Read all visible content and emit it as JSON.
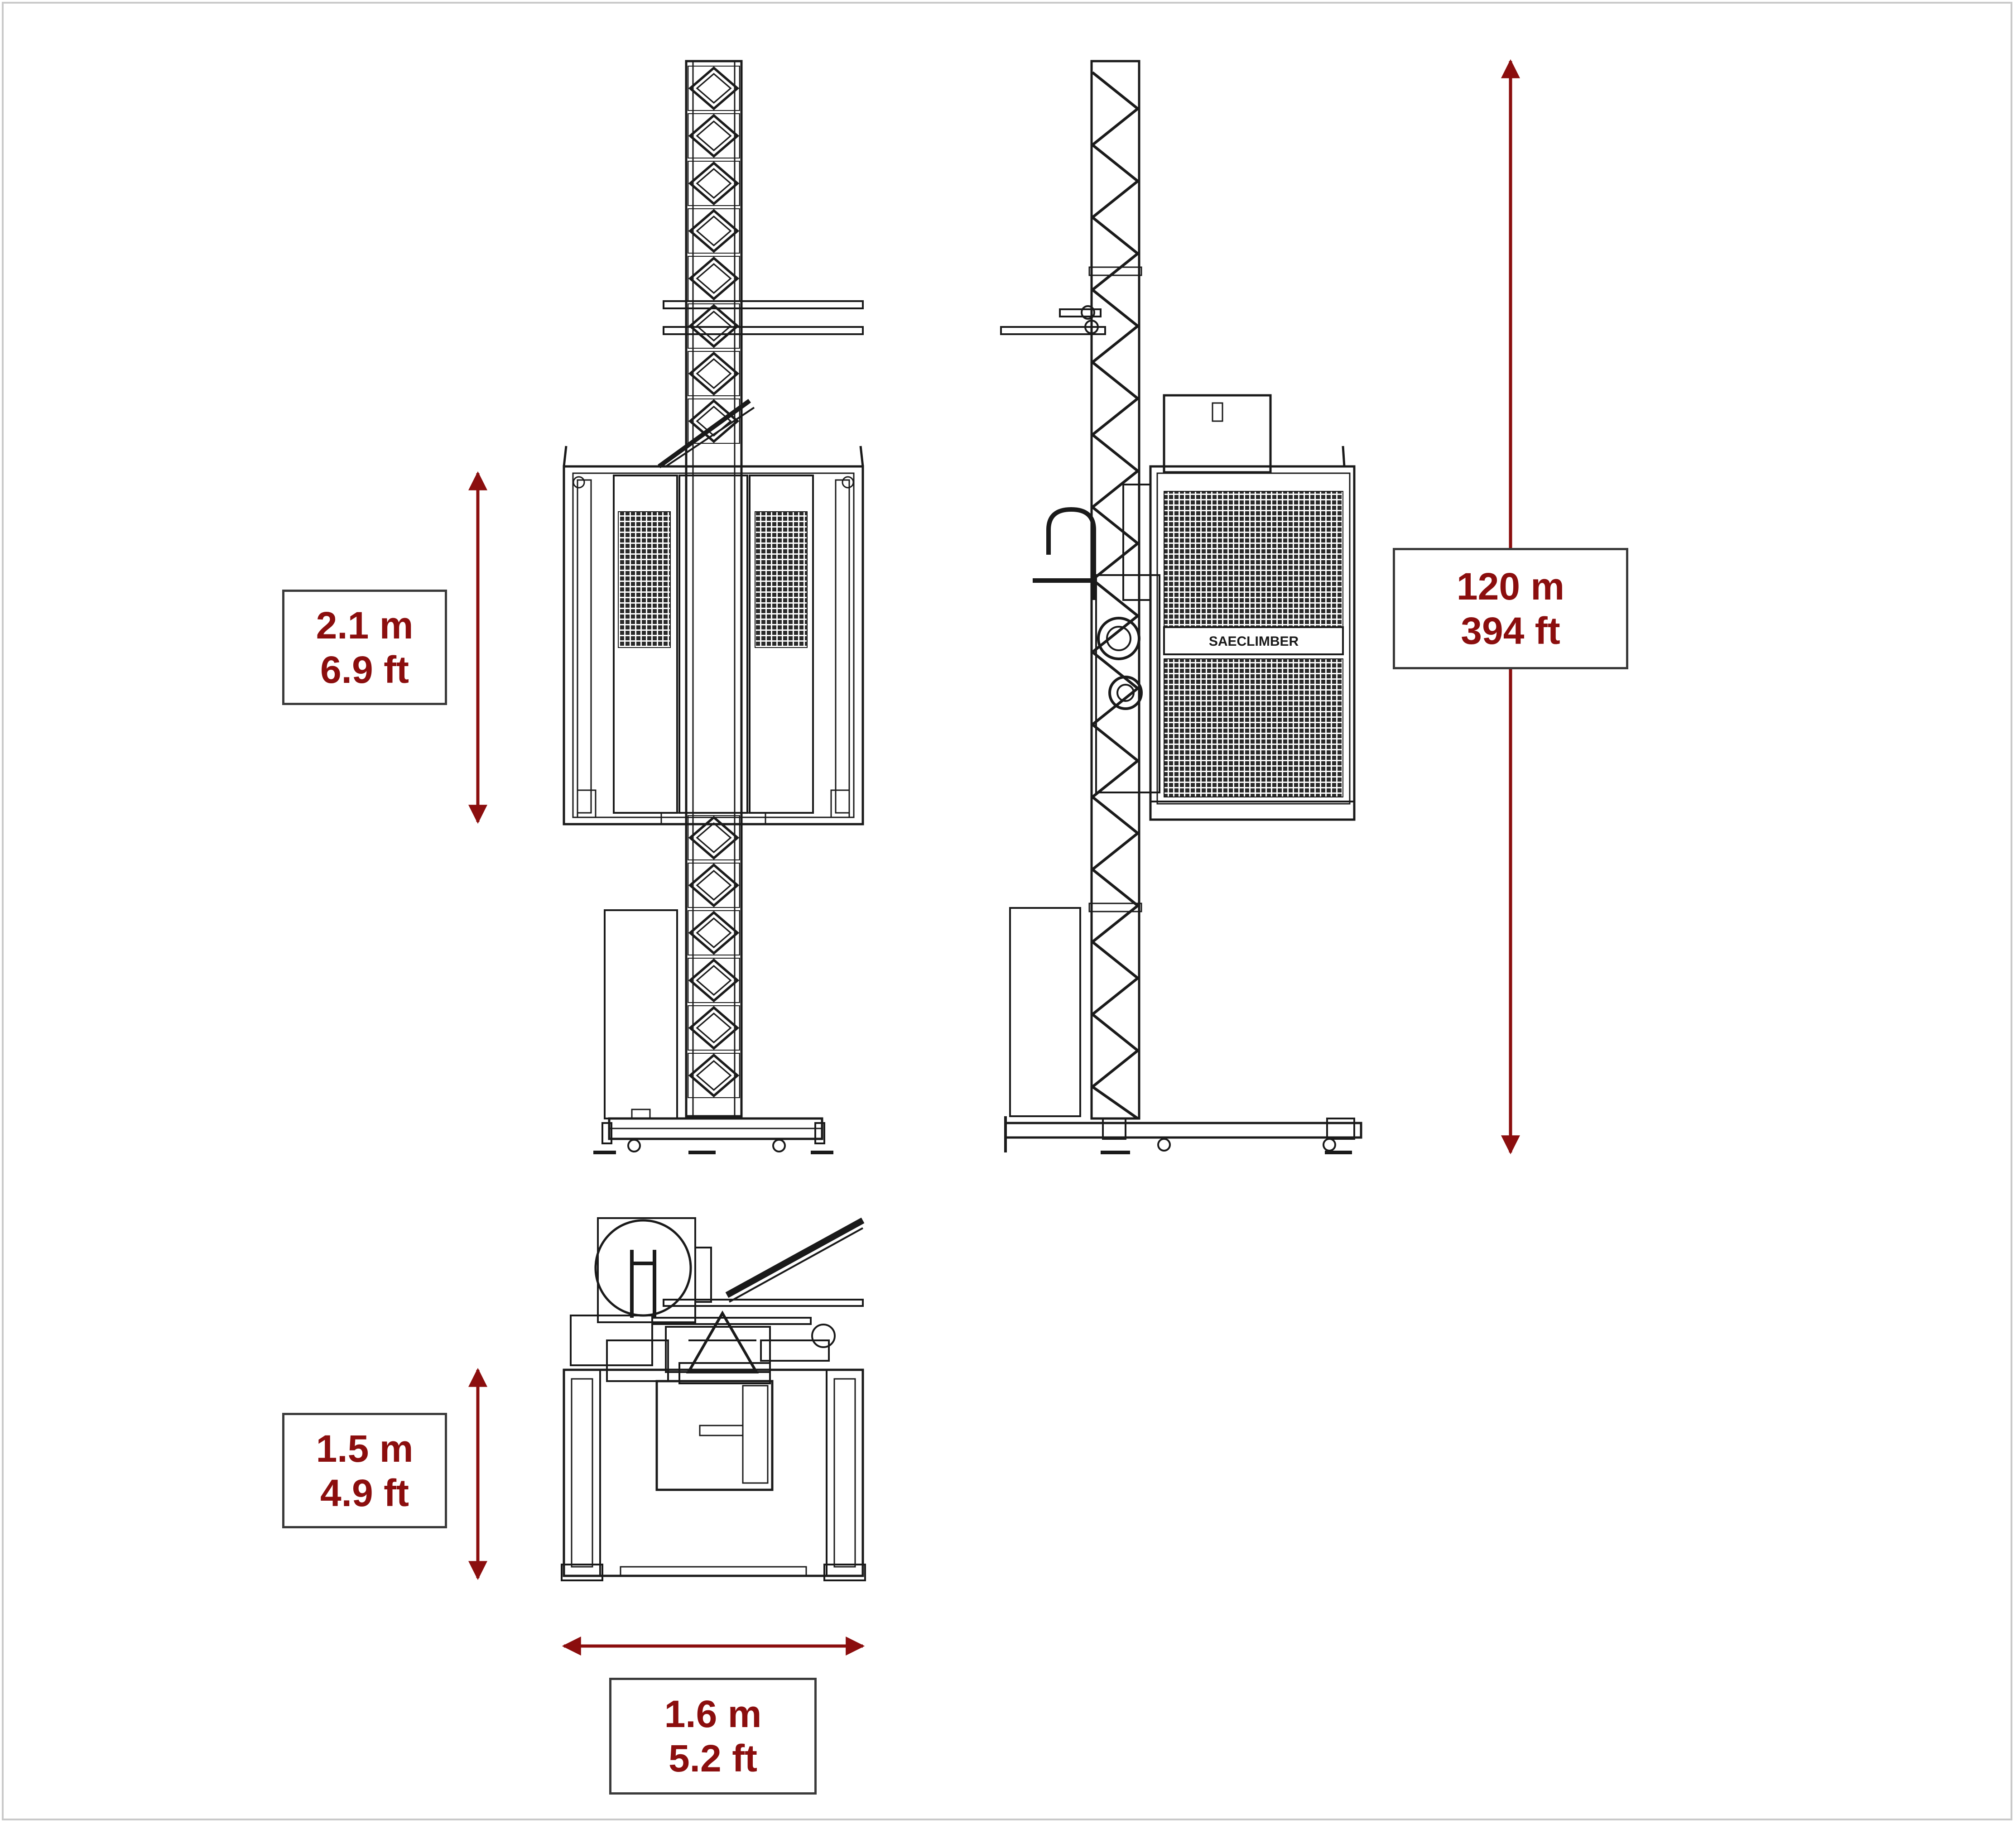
{
  "colors": {
    "dimension": "#8b0e0e",
    "line": "#1a1a1a",
    "mesh": "#2a2a2a",
    "border": "#c9c9c9"
  },
  "front_view": {
    "cabin_height": {
      "metric": "2.1 m",
      "imperial": "6.9 ft"
    }
  },
  "side_view": {
    "brand_label": "SAECLIMBER",
    "max_height": {
      "metric": "120 m",
      "imperial": "394 ft"
    }
  },
  "top_view": {
    "depth": {
      "metric": "1.5 m",
      "imperial": "4.9 ft"
    },
    "width": {
      "metric": "1.6 m",
      "imperial": "5.2 ft"
    }
  }
}
